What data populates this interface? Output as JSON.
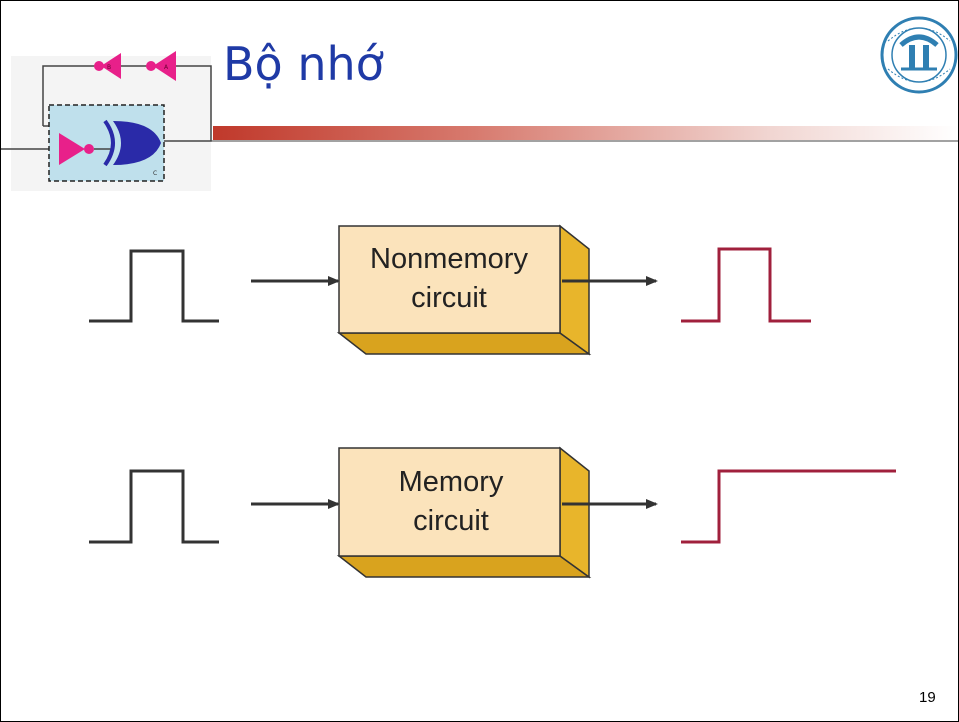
{
  "slide": {
    "title": "Bộ nhớ",
    "page_number": "19"
  },
  "logo_corner": {
    "gate_labels": [
      "B",
      "A",
      "C"
    ]
  },
  "diagram": {
    "nonmemory_box": {
      "line1": "Nonmemory",
      "line2": "circuit"
    },
    "memory_box": {
      "line1": "Memory",
      "line2": "circuit"
    }
  },
  "colors": {
    "title": "#1f3aa6",
    "box_face": "#fbe3bb",
    "box_side": "#e8b52b",
    "input_pulse": "#333333",
    "output_pulse": "#a0203c",
    "gate_pink": "#e8208a",
    "gate_blue": "#2a2aa8"
  }
}
